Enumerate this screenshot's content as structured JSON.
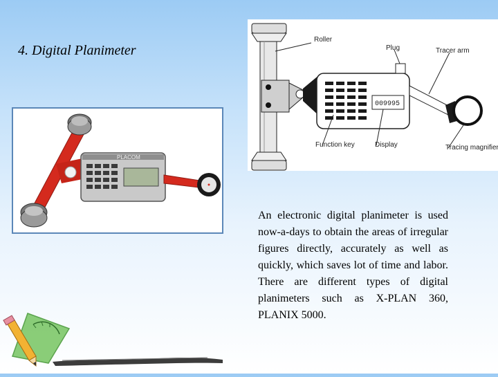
{
  "slide": {
    "title": "4. Digital Planimeter",
    "description": "An electronic digital planimeter is used now-a-days to obtain the areas of irregular figures directly, accurately as well as quickly, which saves lot of time and labor. There are different types of digital planimeters such as X-PLAN 360, PLANIX 5000."
  },
  "photo": {
    "brand": "PLACOM"
  },
  "diagram": {
    "labels": {
      "roller": "Roller",
      "plug": "Plug",
      "tracer_arm": "Tracer arm",
      "function_key": "Function key",
      "display": "Display",
      "tracing_magnifier": "Tracing magnifier"
    },
    "display_value": "009995"
  },
  "colors": {
    "frame_border": "#5b87b8",
    "planimeter_red": "#d42a1e",
    "body_silver": "#c9c9c9",
    "background_top": "#9ccbf4"
  }
}
